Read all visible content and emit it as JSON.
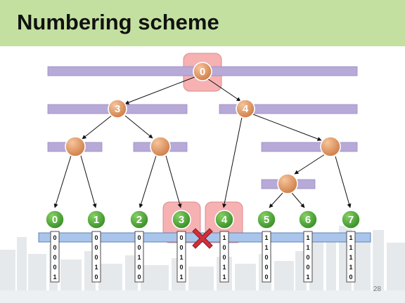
{
  "slide": {
    "title": "Numbering scheme",
    "page_number": "28"
  },
  "tree": {
    "root": {
      "label": "0"
    },
    "level1": [
      {
        "label": "3"
      },
      {
        "label": "4"
      }
    ],
    "leaves": [
      {
        "label": "0",
        "bits": [
          "0",
          "0",
          "0",
          "0",
          "1"
        ]
      },
      {
        "label": "1",
        "bits": [
          "0",
          "0",
          "0",
          "1",
          "0"
        ]
      },
      {
        "label": "2",
        "bits": [
          "0",
          "0",
          "1",
          "0",
          "0"
        ]
      },
      {
        "label": "3",
        "bits": [
          "0",
          "0",
          "1",
          "0",
          "1"
        ]
      },
      {
        "label": "4",
        "bits": [
          "1",
          "0",
          "0",
          "1",
          "1"
        ]
      },
      {
        "label": "5",
        "bits": [
          "1",
          "1",
          "0",
          "0",
          "0"
        ]
      },
      {
        "label": "6",
        "bits": [
          "1",
          "1",
          "0",
          "0",
          "1"
        ]
      },
      {
        "label": "7",
        "bits": [
          "1",
          "1",
          "1",
          "1",
          "0"
        ]
      }
    ]
  },
  "colors": {
    "title_bar": "#c3e0a0",
    "range_bar": "#b7a9d8",
    "orange_node": "#e0955f",
    "green_node": "#4aaa33",
    "highlight": "#f6b1b2",
    "bitstring_bar": "#a9c5eb",
    "cross": "#d0303a"
  },
  "icons": {
    "mismatch": "cross-icon"
  }
}
